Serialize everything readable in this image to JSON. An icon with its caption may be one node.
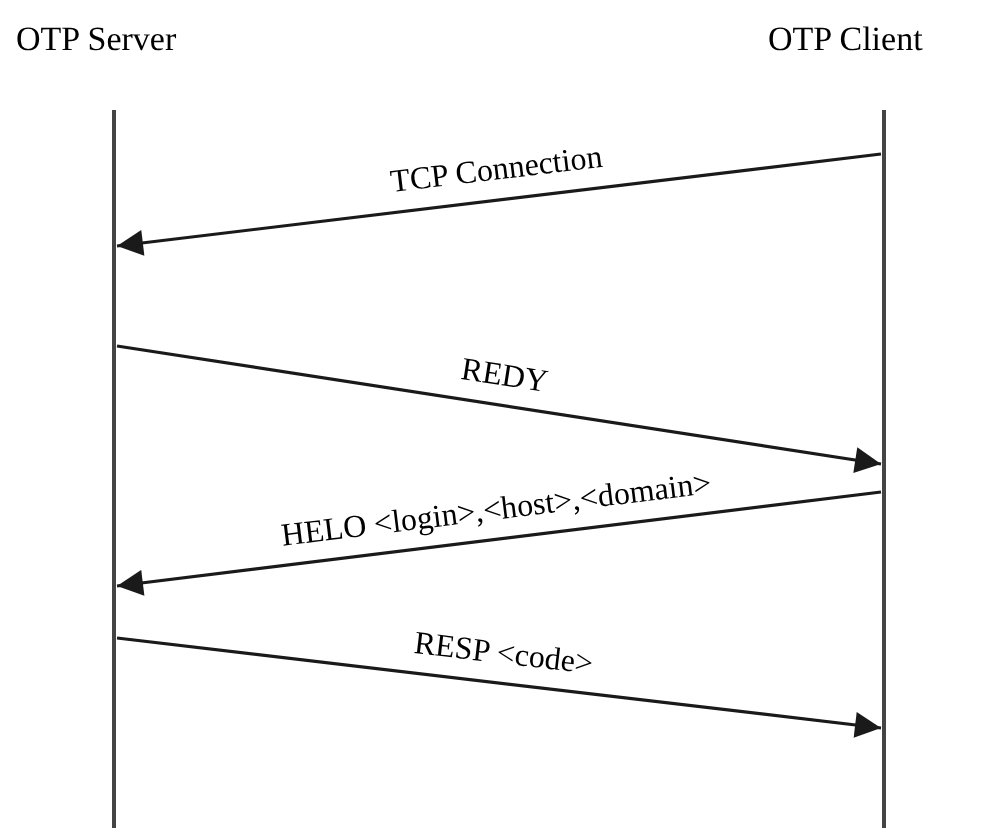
{
  "diagram": {
    "nodes": [
      {
        "text": [
          "OTP Server"
        ]
      },
      {
        "text": [
          "OTP Client"
        ]
      }
    ],
    "edges": [
      {
        "from": 1,
        "to": 0,
        "arrow": "to",
        "label": "TCP Connection"
      },
      {
        "from": 0,
        "to": 1,
        "arrow": "to",
        "label": "REDY"
      },
      {
        "from": 1,
        "to": 0,
        "arrow": "to",
        "label": "HELO <login>,<host>,<domain>"
      },
      {
        "from": 0,
        "to": 1,
        "arrow": "to",
        "label": "RESP <code>"
      }
    ]
  }
}
